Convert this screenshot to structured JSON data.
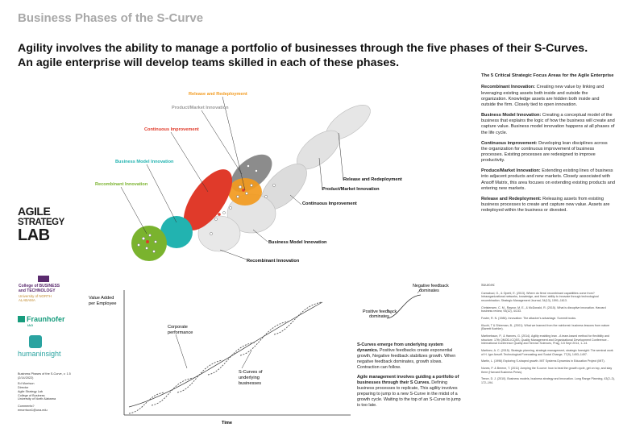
{
  "header": {
    "page_title": "Business Phases of the S-Curve",
    "headline_line1": "Agility involves the ability to manage a portfolio of businesses through the five phases of their S-Curves.",
    "headline_line2": "An agile enterprise will develop teams skilled in each of these phases."
  },
  "diagram": {
    "phase_labels_top": [
      {
        "text": "Recombinant Innovation",
        "color": "#7ab32e"
      },
      {
        "text": "Business Model Innovation",
        "color": "#22b3b0"
      },
      {
        "text": "Continuous Improvement",
        "color": "#e03a2a"
      },
      {
        "text": "Product/Market Innovation",
        "color": "#9a9a9a"
      },
      {
        "text": "Release and Redeployment",
        "color": "#f29a1e"
      }
    ],
    "phase_labels_bottom": [
      "Release and Redeployment",
      "Product/Market Innovation",
      "Continuous Improvement",
      "Business Model Innovation",
      "Recombinant Innovation"
    ]
  },
  "s_curve": {
    "y_axis_label": "Value Added per Employee",
    "x_axis_label": "Time",
    "corporate_performance": "Corporate performance",
    "s_curves_label": "S-Curves of underlying businesses",
    "negative_feedback": "Negative feedback dominates",
    "positive_feedback": "Positive feedback dominates"
  },
  "lower_text": {
    "para1_bold": "S-Curves emerge from underlying system dynamics.",
    "para1_rest": " Positive feedbacks create exponential growth, Negative feedback stabilizes growth. When negative feedback dominates, growth slows. Contraction can follow.",
    "para2_bold": "Agile management involves guiding a portfolio of businesses through their S Curves.",
    "para2_rest": " Defining business processes to replicate, This agility involves preparing to jump to a new S-Curve in the midst of a growth cycle. Waiting to the top of an S-Curve to jump is too late."
  },
  "sidebar": {
    "heading": "The 5 Critical Strategic Focus Areas for the Agile Enterprise",
    "items": [
      {
        "title": "Recombinant Innovation:",
        "text": " Creating new value by linking and leveraging existing assets both inside and outside the organization. Knowledge assets are hidden both inside and outside the firm. Closely tied to open innovation."
      },
      {
        "title": "Business Model Innovation:",
        "text": " Creating a conceptual model of the business that explains the logic of how the business will create and capture value. Business model innovation happens at all phases of the life cycle."
      },
      {
        "title": "Continuous improvement:",
        "text": " Developing lean disciplines across the organization for continuous improvement of business processes. Existing processes are redesigned to improve productivity."
      },
      {
        "title": "Produce/Market Innovation:",
        "text": " Extending existing lines of business into adjacent products and new markets. Closely associated with Ansoff Matrix, this area focuses on extending existing products and entering new markets."
      },
      {
        "title": "Release and Redeployment:",
        "text": " Releasing assets from existing business processes to create and capture new value. Assets are redeployed within the business or divested."
      }
    ]
  },
  "references": {
    "heading": "Sources:",
    "items": [
      "Carnabuci, G., & Operti, E. (2013). Where do firms' recombinant capabilities come from? Intraorganizational networks, knowledge, and firms' ability to innovate through technological recombination. Strategic Management Journal, 34(13), 1591–1613.",
      "Christensen, C. M., Raynor, M. E., & McDonald, R. (2015). What is disruptive innovation. Harvard business review, 93(12), 44-53.",
      "Foster, R. N. (1986). Innovation: The attacker's advantage. Summit books.",
      "Kluchi, T & Shireman, B., (2001). What we learned from the rainforest: business lessons from nature (Barrett Koehler).",
      "Martinelsson, P., & Hannes, G. (2014). Agility enabling lean - A team-based method for flexibility and structure. 17th QMOD-ICQSS, Quality Management and Organizational Development Conference - International Conference Quality and Service Sciences, Prag, 3-5 Sept 2014, 1–14.",
      "Martinez, A. C. (2015). Strategic planning, strategic management, strategic foresight: The seminal work of H. Igor Ansoff. Technological Forecasting and Social Change, 77(9), 1493–1497.",
      "Martin, L. (1996) Exploring S-shaped growth. MIT Systems Dynamics in Education Project (MIT).",
      "Nunes, P. & Breene, T. (2011) Jumping the S-curve: how to beat the growth cycle, get on top, and stay there (Harvard Business Press).",
      "Teece, D. J. (2010). Business models, business strategy and innovation. Long Range Planning, 43(2–3), 172–194."
    ]
  },
  "logos": {
    "lab_line1": "AGILE",
    "lab_line2": "STRATEGY",
    "lab_line3": "LAB",
    "college": "College of BUSINESS and TECHNOLOGY",
    "college_sub": "University of NORTH ALABAMA",
    "fraunhofer": "Fraunhofer",
    "fraunhofer_sub": "IAO",
    "humaninsight": "humaninsight"
  },
  "footer": {
    "doc_info": "Business Phases of the S-Curve, v. 1.5 (2/14/2022)",
    "author_name": "Ed Morrison",
    "author_title": "Director",
    "author_org1": "Agile Strategy Lab",
    "author_org2": "College of Business",
    "author_org3": "University of North Alabama",
    "comments_label": "Comments?",
    "email": "emorrison1@una.edu"
  },
  "colors": {
    "green": "#7ab32e",
    "teal": "#22b3b0",
    "red": "#e03a2a",
    "gray": "#8c8c8c",
    "orange": "#f29a1e"
  }
}
